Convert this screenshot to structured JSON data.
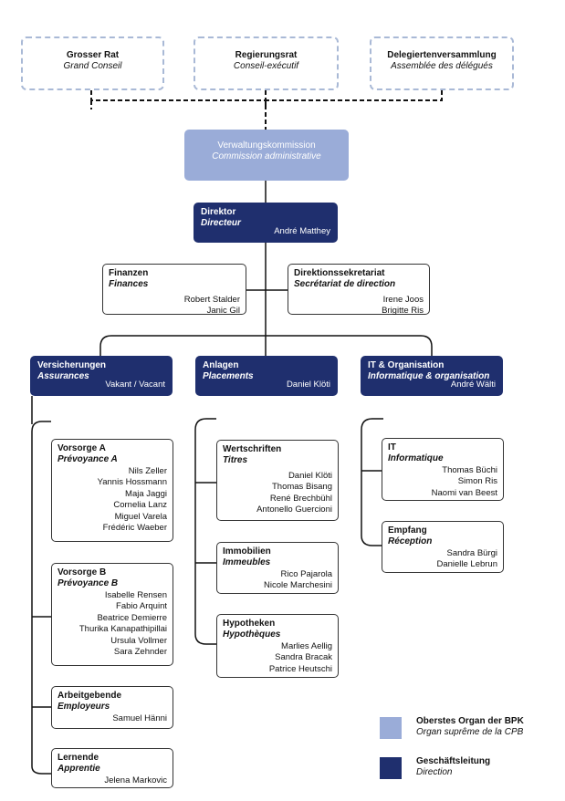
{
  "governance": [
    {
      "title": "Grosser Rat",
      "subtitle": "Grand Conseil"
    },
    {
      "title": "Regierungsrat",
      "subtitle": "Conseil-exécutif"
    },
    {
      "title": "Delegiertenversammlung",
      "subtitle": "Assemblée des délégués"
    }
  ],
  "commission": {
    "title": "Verwaltungskommission",
    "subtitle": "Commission administrative"
  },
  "director": {
    "title": "Direktor",
    "subtitle": "Directeur",
    "person": "André Matthey"
  },
  "staff": [
    {
      "title": "Finanzen",
      "subtitle": "Finances",
      "people": [
        "Robert Stalder",
        "Janic Gil"
      ]
    },
    {
      "title": "Direktionssekretariat",
      "subtitle": "Secrétariat de direction",
      "people": [
        "Irene Joos",
        "Brigitte Ris"
      ]
    }
  ],
  "divisions": [
    {
      "title": "Versicherungen",
      "subtitle": "Assurances",
      "person": "Vakant / Vacant",
      "units": [
        {
          "title": "Vorsorge A",
          "subtitle": "Prévoyance A",
          "people": [
            "Nils Zeller",
            "Yannis Hossmann",
            "Maja Jaggi",
            "Cornelia Lanz",
            "Miguel Varela",
            "Frédéric Waeber"
          ]
        },
        {
          "title": "Vorsorge B",
          "subtitle": "Prévoyance B",
          "people": [
            "Isabelle Rensen",
            "Fabio Arquint",
            "Beatrice Demierre",
            "Thurika Kanapathipillai",
            "Ursula Vollmer",
            "Sara Zehnder"
          ]
        },
        {
          "title": "Arbeitgebende",
          "subtitle": "Employeurs",
          "people": [
            "Samuel Hänni"
          ]
        },
        {
          "title": "Lernende",
          "subtitle": "Apprentie",
          "people": [
            "Jelena Markovic"
          ]
        }
      ]
    },
    {
      "title": "Anlagen",
      "subtitle": "Placements",
      "person": "Daniel Klöti",
      "units": [
        {
          "title": "Wertschriften",
          "subtitle": "Titres",
          "people": [
            "Daniel Klöti",
            "Thomas Bisang",
            "René Brechbühl",
            "Antonello Guercioni"
          ]
        },
        {
          "title": "Immobilien",
          "subtitle": "Immeubles",
          "people": [
            "Rico Pajarola",
            "Nicole Marchesini"
          ]
        },
        {
          "title": "Hypotheken",
          "subtitle": "Hypothèques",
          "people": [
            "Marlies Aellig",
            "Sandra Bracak",
            "Patrice Heutschi"
          ]
        }
      ]
    },
    {
      "title": "IT & Organisation",
      "subtitle": "Informatique & organisation",
      "person": "André Wälti",
      "units": [
        {
          "title": "IT",
          "subtitle": "Informatique",
          "people": [
            "Thomas Büchi",
            "Simon Ris",
            "Naomi van Beest"
          ]
        },
        {
          "title": "Empfang",
          "subtitle": "Réception",
          "people": [
            "Sandra Bürgi",
            "Danielle Lebrun"
          ]
        }
      ]
    }
  ],
  "legend": [
    {
      "title": "Oberstes Organ der BPK",
      "subtitle": "Organ suprême de la CPB",
      "color": "#9aacd8"
    },
    {
      "title": "Geschäftsleitung",
      "subtitle": "Direction",
      "color": "#1f2f6e"
    }
  ]
}
